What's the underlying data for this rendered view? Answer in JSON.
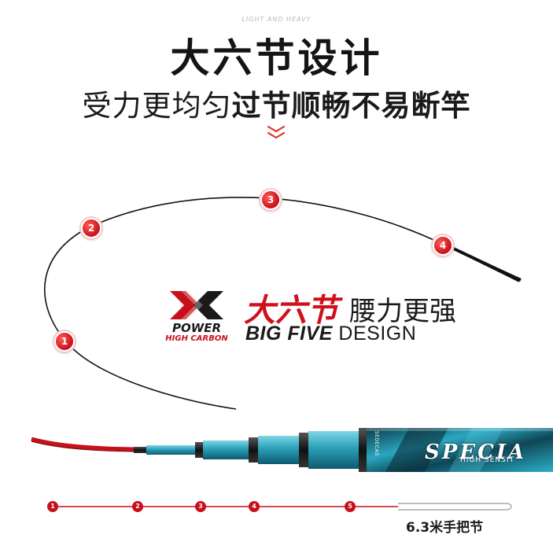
{
  "header": {
    "tagline": "LIGHT AND HEAVY",
    "headline": "大六节设计",
    "subline_normal": "受力更均匀",
    "subline_bold": "过节顺畅不易断竿"
  },
  "bend_nodes": [
    "1",
    "2",
    "3",
    "4"
  ],
  "brand": {
    "power": "POWER",
    "carbon": "HIGH CARBON"
  },
  "slogan": {
    "red": "大六节",
    "black": "腰力更强",
    "design_bold": "BIG FIVE",
    "design_rest": " DESIGN"
  },
  "rod": {
    "text_main": "SPECIA",
    "text_sub": "HIGH SENSIT",
    "text_vertical": "SEDECAS"
  },
  "scale": {
    "ticks": [
      "1",
      "2",
      "3",
      "4",
      "5"
    ],
    "handle_label": "6.3米手把节"
  },
  "colors": {
    "accent_red": "#c8101a",
    "rod_teal": "#2a9fb8"
  }
}
